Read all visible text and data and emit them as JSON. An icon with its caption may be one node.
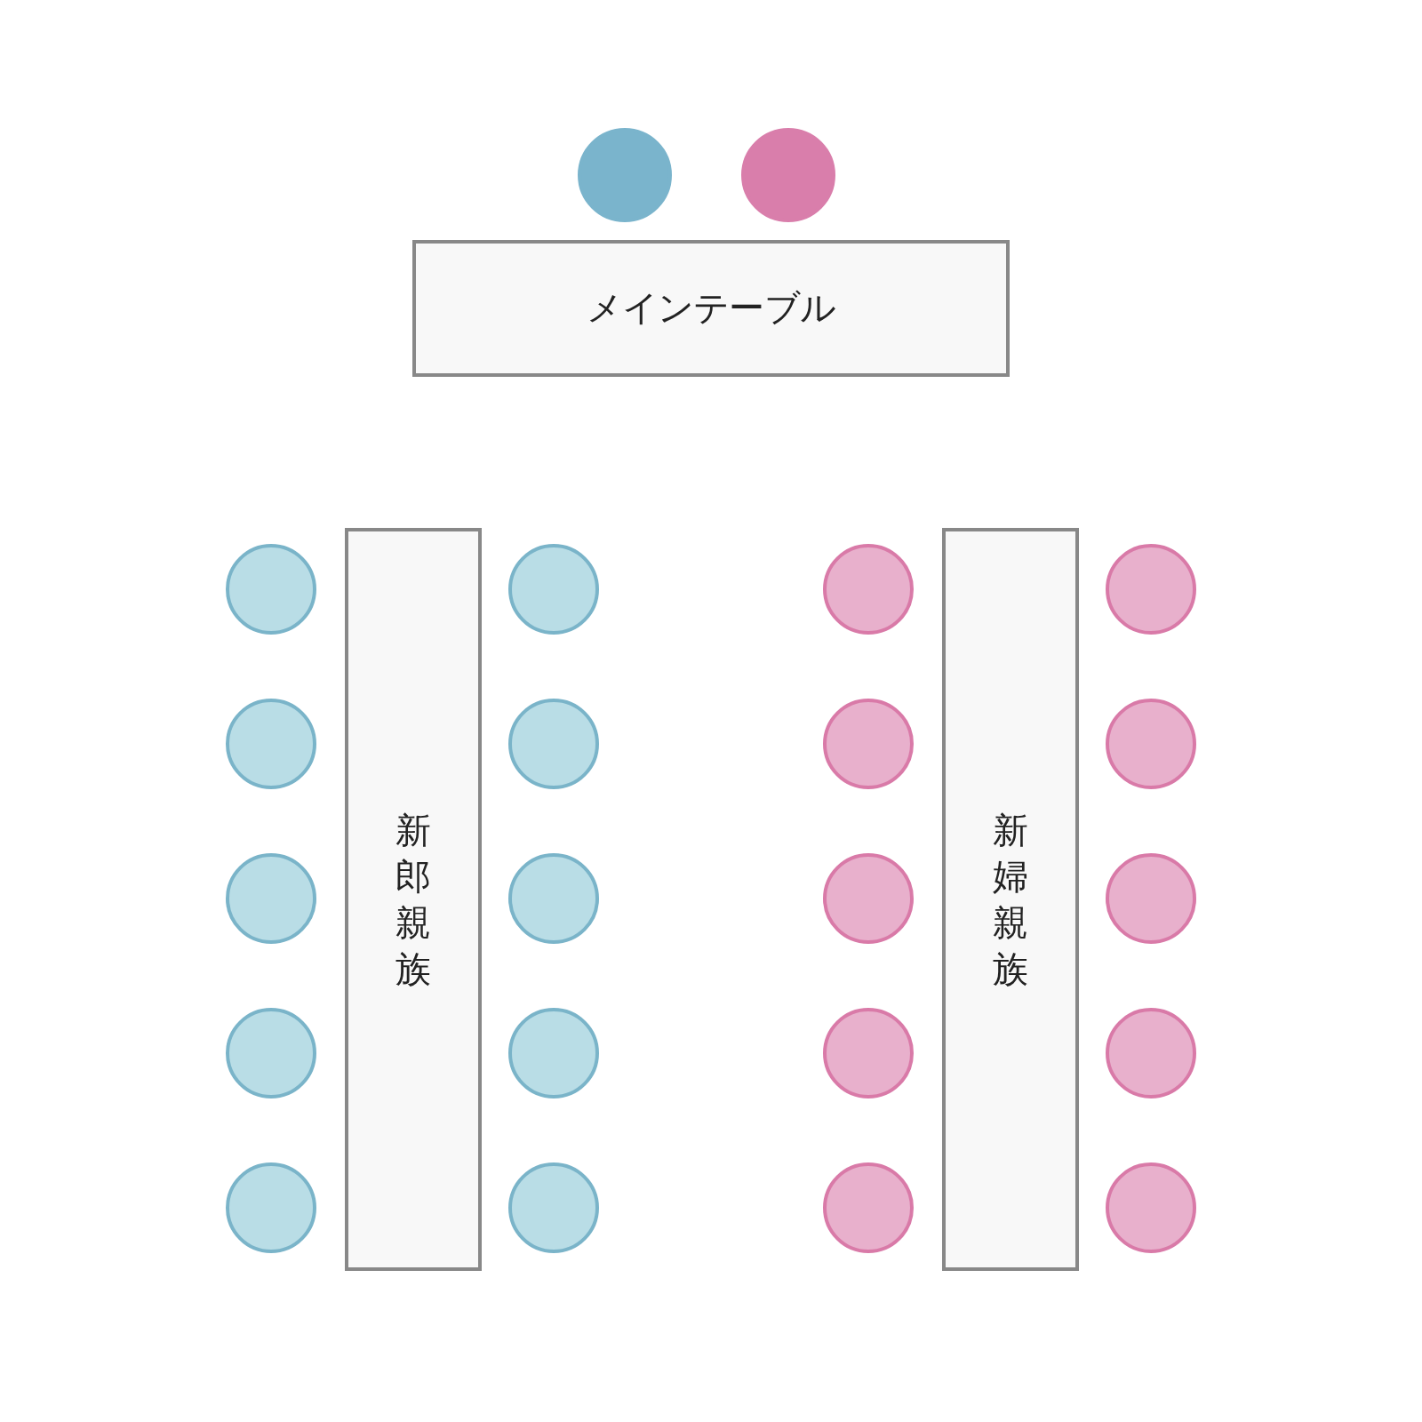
{
  "diagram": {
    "nodes": [
      {
        "text": [],
        "shape": "circle"
      },
      {
        "text": [],
        "shape": "circle"
      },
      {
        "text": [
          "メインテーブル"
        ]
      },
      {
        "text": [
          "新郎親族"
        ]
      },
      {
        "text": [
          "新婦親族"
        ]
      },
      {
        "text": [],
        "shape": "circle"
      },
      {
        "text": [],
        "shape": "circle"
      },
      {
        "text": [],
        "shape": "circle"
      },
      {
        "text": [],
        "shape": "circle"
      },
      {
        "text": [],
        "shape": "circle"
      },
      {
        "text": [],
        "shape": "circle"
      },
      {
        "text": [],
        "shape": "circle"
      },
      {
        "text": [],
        "shape": "circle"
      },
      {
        "text": [],
        "shape": "circle"
      },
      {
        "text": [],
        "shape": "circle"
      },
      {
        "text": [],
        "shape": "circle"
      },
      {
        "text": [],
        "shape": "circle"
      },
      {
        "text": [],
        "shape": "circle"
      },
      {
        "text": [],
        "shape": "circle"
      },
      {
        "text": [],
        "shape": "circle"
      },
      {
        "text": [],
        "shape": "circle"
      },
      {
        "text": [],
        "shape": "circle"
      },
      {
        "text": [],
        "shape": "circle"
      },
      {
        "text": [],
        "shape": "circle"
      },
      {
        "text": [],
        "shape": "circle"
      }
    ]
  }
}
